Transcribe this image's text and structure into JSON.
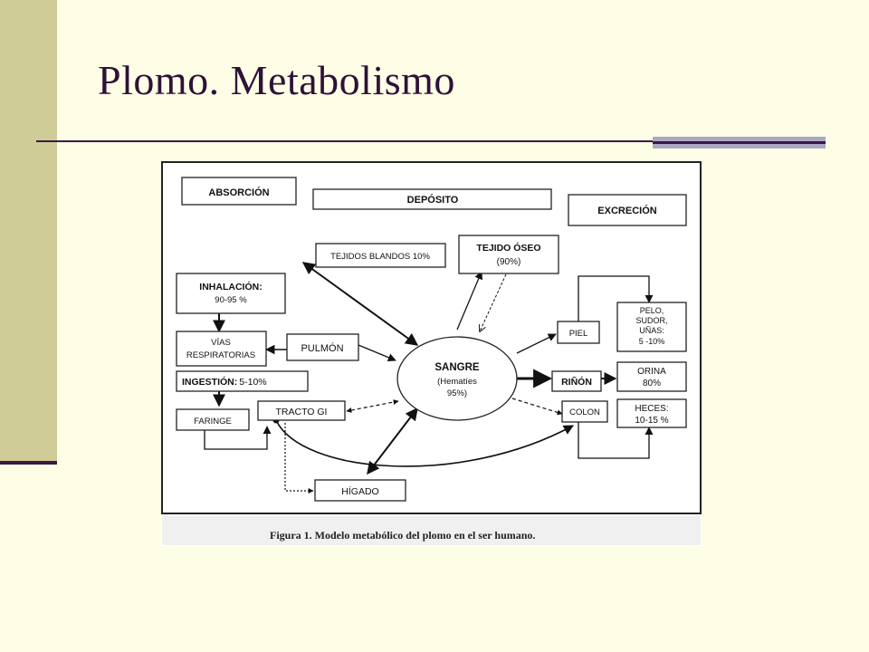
{
  "slide": {
    "title": "Plomo. Metabolismo"
  },
  "diagram": {
    "headers": {
      "absorcion": "ABSORCIÓN",
      "deposito": "DEPÓSITO",
      "excrecion": "EXCRECIÓN"
    },
    "nodes": {
      "tejidos_blandos": "TEJIDOS BLANDOS 10%",
      "tejido_oseo": "TEJIDO ÓSEO",
      "tejido_oseo_pct": "(90%)",
      "inhalacion": "INHALACIÓN:",
      "inhalacion_pct": "90-95 %",
      "vias_1": "VÍAS",
      "vias_2": "RESPIRATORIAS",
      "pulmon": "PULMÓN",
      "sangre": "SANGRE",
      "sangre_sub": "(Hematíes",
      "sangre_pct": "95%)",
      "piel": "PIEL",
      "pelo_1": "PELO,",
      "pelo_2": "SUDOR,",
      "pelo_3": "UÑAS:",
      "pelo_4": "5 -10%",
      "ingestion": "INGESTIÓN:",
      "ingestion_pct": "5-10%",
      "rinon": "RIÑÓN",
      "orina_1": "ORINA",
      "orina_2": "80%",
      "faringe": "FARINGE",
      "tracto_gi": "TRACTO GI",
      "colon": "COLON",
      "heces_1": "HECES:",
      "heces_2": "10-15 %",
      "higado": "HÍGADO"
    },
    "caption": "Figura 1. Modelo metabólico del plomo en el ser humano."
  }
}
